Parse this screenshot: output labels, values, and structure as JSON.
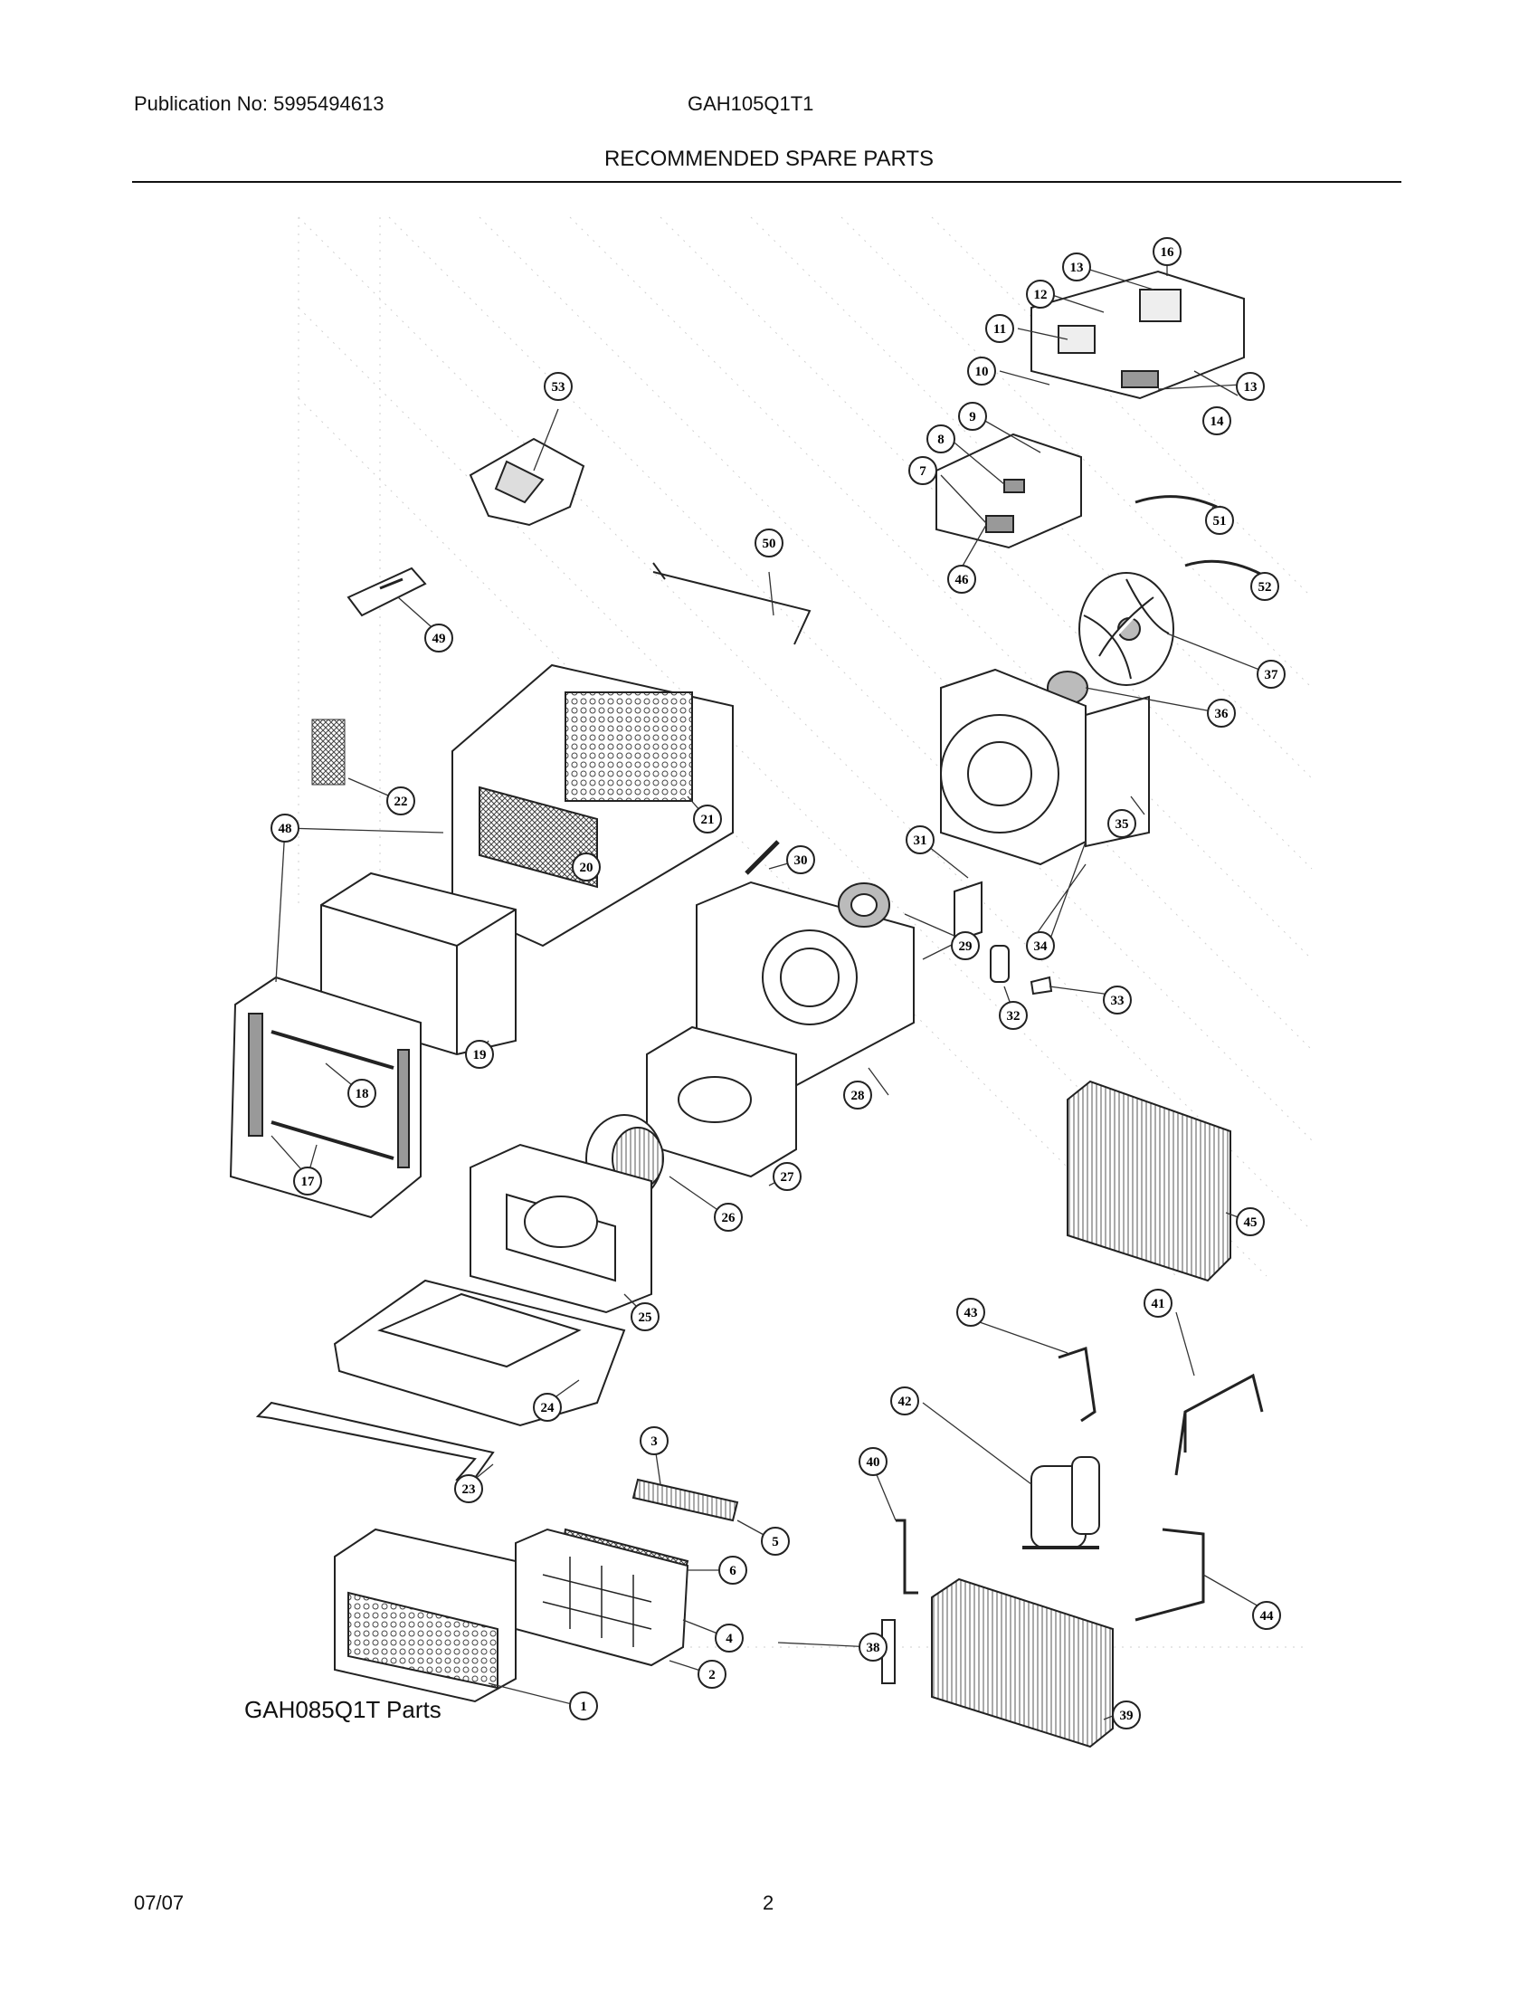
{
  "header": {
    "publication": "Publication No: 5995494613",
    "model": "GAH105Q1T1",
    "title": "RECOMMENDED SPARE PARTS"
  },
  "diagram": {
    "parts_label": "GAH085Q1T Parts",
    "callouts": [
      {
        "id": "1",
        "label": "1"
      },
      {
        "id": "2",
        "label": "2"
      },
      {
        "id": "3",
        "label": "3"
      },
      {
        "id": "4",
        "label": "4"
      },
      {
        "id": "5",
        "label": "5"
      },
      {
        "id": "6",
        "label": "6"
      },
      {
        "id": "7",
        "label": "7"
      },
      {
        "id": "8",
        "label": "8"
      },
      {
        "id": "9",
        "label": "9"
      },
      {
        "id": "10",
        "label": "10"
      },
      {
        "id": "11",
        "label": "11"
      },
      {
        "id": "12",
        "label": "12"
      },
      {
        "id": "13a",
        "label": "13"
      },
      {
        "id": "13b",
        "label": "13"
      },
      {
        "id": "14",
        "label": "14"
      },
      {
        "id": "16",
        "label": "16"
      },
      {
        "id": "17",
        "label": "17"
      },
      {
        "id": "18",
        "label": "18"
      },
      {
        "id": "19",
        "label": "19"
      },
      {
        "id": "20",
        "label": "20"
      },
      {
        "id": "21",
        "label": "21"
      },
      {
        "id": "22",
        "label": "22"
      },
      {
        "id": "23",
        "label": "23"
      },
      {
        "id": "24",
        "label": "24"
      },
      {
        "id": "25",
        "label": "25"
      },
      {
        "id": "26",
        "label": "26"
      },
      {
        "id": "27",
        "label": "27"
      },
      {
        "id": "28",
        "label": "28"
      },
      {
        "id": "29",
        "label": "29"
      },
      {
        "id": "30",
        "label": "30"
      },
      {
        "id": "31",
        "label": "31"
      },
      {
        "id": "32",
        "label": "32"
      },
      {
        "id": "33",
        "label": "33"
      },
      {
        "id": "34",
        "label": "34"
      },
      {
        "id": "35",
        "label": "35"
      },
      {
        "id": "36",
        "label": "36"
      },
      {
        "id": "37",
        "label": "37"
      },
      {
        "id": "38",
        "label": "38"
      },
      {
        "id": "39",
        "label": "39"
      },
      {
        "id": "40",
        "label": "40"
      },
      {
        "id": "41",
        "label": "41"
      },
      {
        "id": "42",
        "label": "42"
      },
      {
        "id": "43",
        "label": "43"
      },
      {
        "id": "44",
        "label": "44"
      },
      {
        "id": "45",
        "label": "45"
      },
      {
        "id": "46",
        "label": "46"
      },
      {
        "id": "48",
        "label": "48"
      },
      {
        "id": "49",
        "label": "49"
      },
      {
        "id": "50",
        "label": "50"
      },
      {
        "id": "51",
        "label": "51"
      },
      {
        "id": "52",
        "label": "52"
      },
      {
        "id": "53",
        "label": "53"
      }
    ]
  },
  "footer": {
    "date": "07/07",
    "page": "2"
  }
}
